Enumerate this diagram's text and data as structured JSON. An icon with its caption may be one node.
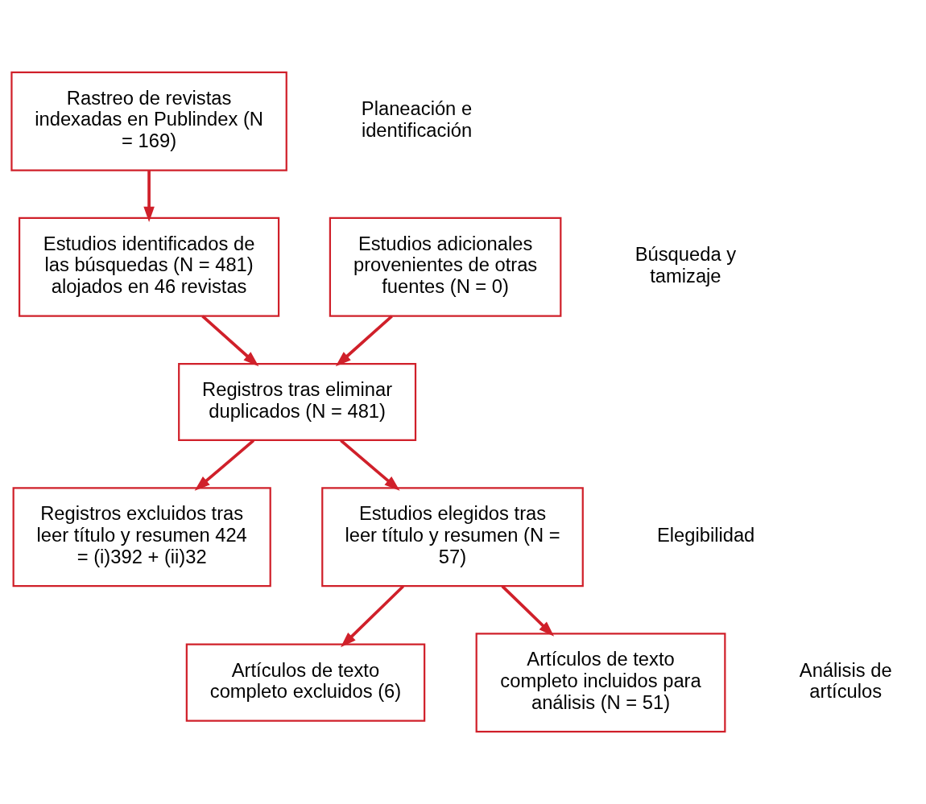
{
  "diagram": {
    "nodes": [
      {
        "text": [
          "Rastreo de revistas indexadas en Publindex (N = 169)"
        ]
      },
      {
        "text": [
          "Estudios identificados de las búsquedas (N = 481) alojados en 46 revistas"
        ]
      },
      {
        "text": [
          "Estudios adicionales provenientes de otras fuentes (N = 0)"
        ]
      },
      {
        "text": [
          "Registros tras eliminar duplicados (N = 481)"
        ]
      },
      {
        "text": [
          "Registros excluidos tras leer título y resumen 424 = (i)392 + (ii)32"
        ]
      },
      {
        "text": [
          "Estudios elegidos tras leer título y resumen (N = 57)"
        ]
      },
      {
        "text": [
          "Artículos de texto completo excluidos (6)"
        ]
      },
      {
        "text": [
          "Artículos de texto completo incluidos para análisis (N = 51)"
        ]
      }
    ],
    "edges": [
      {
        "from": 0,
        "to": 1,
        "arrow": "to"
      },
      {
        "from": 1,
        "to": 3,
        "arrow": "to"
      },
      {
        "from": 2,
        "to": 3,
        "arrow": "to"
      },
      {
        "from": 3,
        "to": 4,
        "arrow": "to"
      },
      {
        "from": 3,
        "to": 5,
        "arrow": "to"
      },
      {
        "from": 5,
        "to": 6,
        "arrow": "to"
      },
      {
        "from": 5,
        "to": 7,
        "arrow": "to"
      }
    ],
    "labels": [
      "Planeación e identificación",
      "Búsqueda y tamizaje",
      "Elegibilidad",
      "Análisis de artículos"
    ]
  }
}
